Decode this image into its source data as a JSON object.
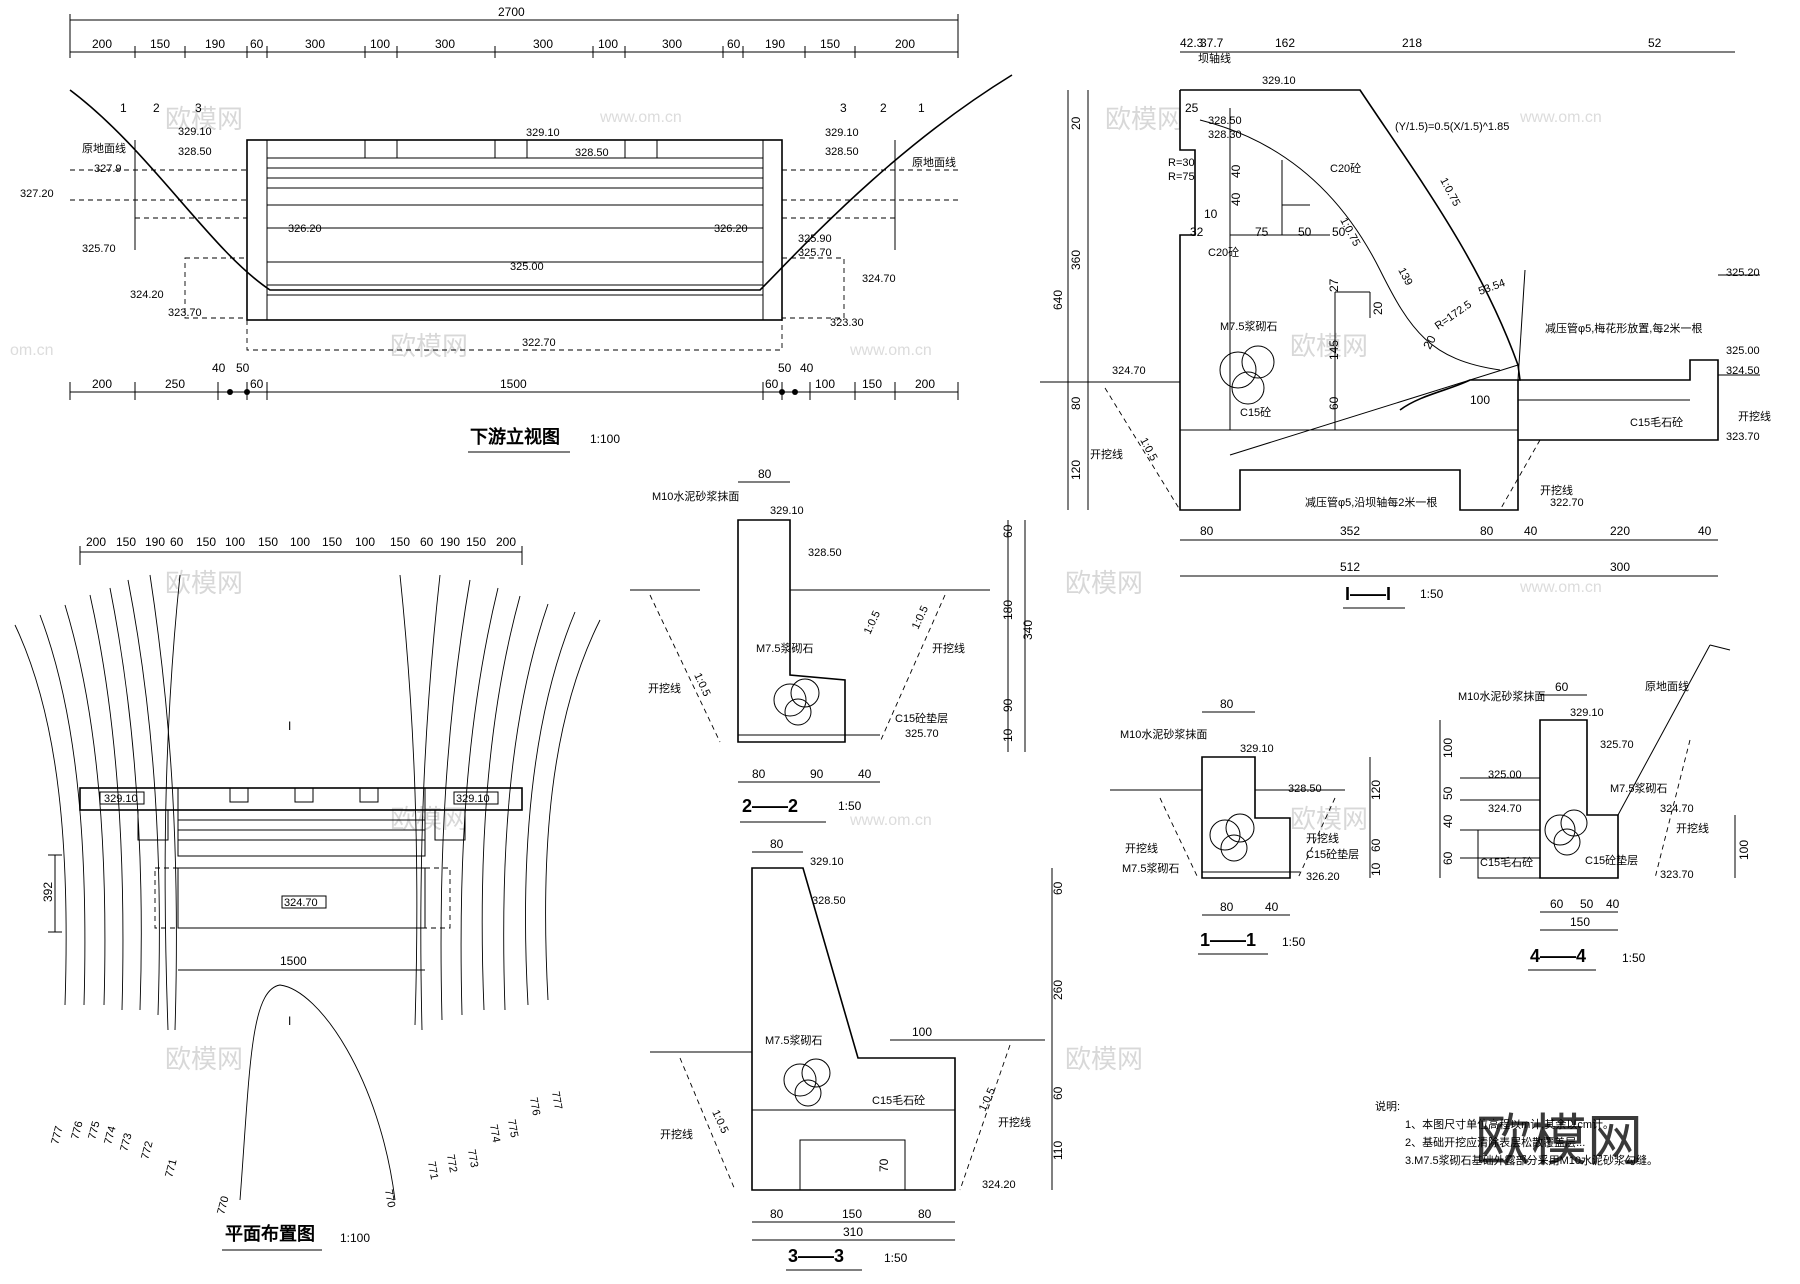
{
  "downstream_view": {
    "title": "下游立视图",
    "scale": "1:100",
    "top_total": "2700",
    "top_dims": [
      "200",
      "150",
      "190",
      "60",
      "300",
      "100",
      "300",
      "300",
      "100",
      "300",
      "60",
      "190",
      "150",
      "200"
    ],
    "bottom_dims": [
      "200",
      "250",
      "40",
      "50",
      "60",
      "1500",
      "60",
      "50",
      "40",
      "100",
      "150",
      "200"
    ],
    "elevations": [
      "329.10",
      "328.50",
      "329.10",
      "328.50",
      "329.10",
      "328.50",
      "327.9",
      "327.20",
      "326.20",
      "326.20",
      "325.90",
      "325.70",
      "325.70",
      "325.00",
      "324.70",
      "324.20",
      "323.70",
      "323.30",
      "322.70"
    ],
    "ground_line": "原地面线",
    "section_marks": [
      "1",
      "2",
      "3",
      "3",
      "2",
      "1"
    ]
  },
  "plan_view": {
    "title": "平面布置图",
    "scale": "1:100",
    "top_dims": [
      "200",
      "150",
      "190",
      "60",
      "150",
      "100",
      "150",
      "100",
      "150",
      "100",
      "150",
      "60",
      "190",
      "150",
      "200"
    ],
    "elev_left": "329.10",
    "elev_right": "329.10",
    "elev_center": "324.70",
    "dim_width": "1500",
    "dim_392": "392",
    "contours_left": [
      "777",
      "776",
      "775",
      "774",
      "773",
      "772",
      "771",
      "770"
    ],
    "contours_right": [
      "770",
      "771",
      "772",
      "773",
      "774",
      "775",
      "776",
      "777"
    ],
    "section_marks": [
      "I",
      "I"
    ]
  },
  "section_2": {
    "title": "2——2",
    "scale": "1:50",
    "label_top": "M10水泥砂浆抹面",
    "elev_top": "329.10",
    "elev_mid": "328.50",
    "material": "M7.5浆砌石",
    "cushion": "C15砼垫层",
    "elev_bottom": "325.70",
    "dig_left": "开挖线",
    "dig_right": "开挖线",
    "slope": "1:0.5",
    "dims_top": "80",
    "dims_bottom": [
      "80",
      "90",
      "40"
    ],
    "dims_right": [
      "60",
      "180",
      "340",
      "90",
      "10"
    ]
  },
  "section_3": {
    "title": "3——3",
    "scale": "1:50",
    "elev_top": "329.10",
    "elev_mid": "328.50",
    "material": "M7.5浆砌石",
    "rubble": "C15毛石砼",
    "dig_left": "开挖线",
    "dig_right": "开挖线",
    "elev_bottom": "324.20",
    "slope": "1:0.5",
    "dims_top": "80",
    "dim_100": "100",
    "dims_bottom": [
      "80",
      "150",
      "80"
    ],
    "dim_total": "310",
    "dims_right": [
      "60",
      "260",
      "60",
      "110"
    ],
    "dim_70": "70"
  },
  "section_I": {
    "title": "I——I",
    "scale": "1:50",
    "top_dims": [
      "42.3",
      "37.7",
      "162",
      "218",
      "52"
    ],
    "crest_label": "坝轴线",
    "elev_crest": "329.10",
    "elev_2": "328.50",
    "elev_3": "328.30",
    "curve_eq": "(Y/1.5)=0.5(X/1.5)^1.85",
    "r30": "R=30",
    "r75": "R=75",
    "c20": "C20砼",
    "c20b": "C20砼",
    "material": "M7.5浆砌石",
    "c15": "C15砼",
    "slope_075": "1:0.75",
    "r_1725": "R=172.5",
    "ang": "53.54",
    "dim_139": "139",
    "dim_145": "145",
    "relief_1": "减压管φ5,梅花形放置,每2米一根",
    "relief_2": "减压管φ5,沿坝轴每2米一根",
    "c15_rubble": "C15毛石砼",
    "elev_325_20": "325.20",
    "elev_325_00": "325.00",
    "elev_324_50": "324.50",
    "elev_324_70": "324.70",
    "elev_323_70": "323.70",
    "elev_322_70": "322.70",
    "dig": "开挖线",
    "dig2": "开挖线",
    "dig3": "开挖线",
    "left_dims": [
      "20",
      "360",
      "640",
      "80",
      "120"
    ],
    "inner_dims": [
      "25",
      "40",
      "40",
      "32",
      "75",
      "50",
      "50",
      "10",
      "27",
      "20",
      "20",
      "60",
      "100"
    ],
    "bottom_dims": [
      "80",
      "352",
      "80",
      "40",
      "220",
      "40"
    ],
    "bottom_total": [
      "512",
      "300"
    ],
    "slope_15": "1:0.5"
  },
  "section_1": {
    "title": "1——1",
    "scale": "1:50",
    "label_top": "M10水泥砂浆抹面",
    "elev_top": "329.10",
    "elev_mid": "328.50",
    "material": "M7.5浆砌石",
    "dig": "开挖线",
    "dig2": "开挖线",
    "cushion": "C15砼垫层",
    "elev_bottom": "326.20",
    "dims_top": "80",
    "dims_bottom": [
      "80",
      "40"
    ],
    "dims_right": [
      "120",
      "60",
      "10"
    ]
  },
  "section_4": {
    "title": "4——4",
    "scale": "1:50",
    "label_top": "M10水泥砂浆抹面",
    "ground": "原地面线",
    "elev_top": "329.10",
    "elev_2": "325.70",
    "elev_3": "325.00",
    "elev_4": "324.70",
    "elev_5": "324.70",
    "elev_6": "323.70",
    "material": "M7.5浆砌石",
    "rubble": "C15毛石砼",
    "cushion": "C15砼垫层",
    "dig": "开挖线",
    "dims_top": "60",
    "dims_bottom": [
      "60",
      "50",
      "40"
    ],
    "dim_total": "150",
    "dims_left": [
      "100",
      "50",
      "40",
      "60"
    ],
    "dim_right": "100"
  },
  "notes": {
    "heading": "说明:",
    "items": [
      "1、本图尺寸单位高程以m计,其余以cm计。",
      "2、基础开挖应清除表层松散覆盖层...",
      "3.M7.5浆砌石基础外露部分采用M10水泥砂浆勾缝。"
    ]
  },
  "watermarks": {
    "brand": "欧模网",
    "url": "www.om.cn",
    "url2": "om.cn"
  },
  "colors": {
    "line": "#000000",
    "watermark": "#d8d8d8",
    "background": "#ffffff"
  }
}
